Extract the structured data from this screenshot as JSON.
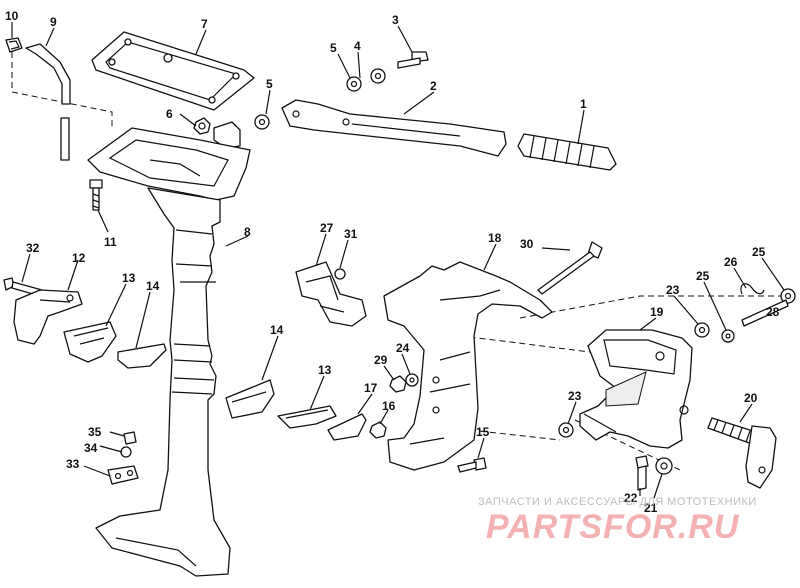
{
  "callouts": [
    {
      "id": "1",
      "label": "1"
    },
    {
      "id": "2",
      "label": "2"
    },
    {
      "id": "3",
      "label": "3"
    },
    {
      "id": "4",
      "label": "4"
    },
    {
      "id": "5a",
      "label": "5"
    },
    {
      "id": "5b",
      "label": "5"
    },
    {
      "id": "6",
      "label": "6"
    },
    {
      "id": "7",
      "label": "7"
    },
    {
      "id": "8",
      "label": "8"
    },
    {
      "id": "9",
      "label": "9"
    },
    {
      "id": "10",
      "label": "10"
    },
    {
      "id": "11",
      "label": "11"
    },
    {
      "id": "12",
      "label": "12"
    },
    {
      "id": "13a",
      "label": "13"
    },
    {
      "id": "13b",
      "label": "13"
    },
    {
      "id": "14a",
      "label": "14"
    },
    {
      "id": "14b",
      "label": "14"
    },
    {
      "id": "15",
      "label": "15"
    },
    {
      "id": "16",
      "label": "16"
    },
    {
      "id": "17",
      "label": "17"
    },
    {
      "id": "18",
      "label": "18"
    },
    {
      "id": "19",
      "label": "19"
    },
    {
      "id": "20",
      "label": "20"
    },
    {
      "id": "21",
      "label": "21"
    },
    {
      "id": "22",
      "label": "22"
    },
    {
      "id": "23a",
      "label": "23"
    },
    {
      "id": "23b",
      "label": "23"
    },
    {
      "id": "24",
      "label": "24"
    },
    {
      "id": "25a",
      "label": "25"
    },
    {
      "id": "25b",
      "label": "25"
    },
    {
      "id": "26",
      "label": "26"
    },
    {
      "id": "27",
      "label": "27"
    },
    {
      "id": "28",
      "label": "28"
    },
    {
      "id": "29",
      "label": "29"
    },
    {
      "id": "30",
      "label": "30"
    },
    {
      "id": "31",
      "label": "31"
    },
    {
      "id": "32",
      "label": "32"
    },
    {
      "id": "33",
      "label": "33"
    },
    {
      "id": "34",
      "label": "34"
    },
    {
      "id": "35",
      "label": "35"
    }
  ],
  "watermark": {
    "tagline": "ЗАПЧАСТИ И АКСЕССУАРЫ ДЛЯ МОТОТЕХНИКИ",
    "logo": "PARTSFOR.RU"
  }
}
